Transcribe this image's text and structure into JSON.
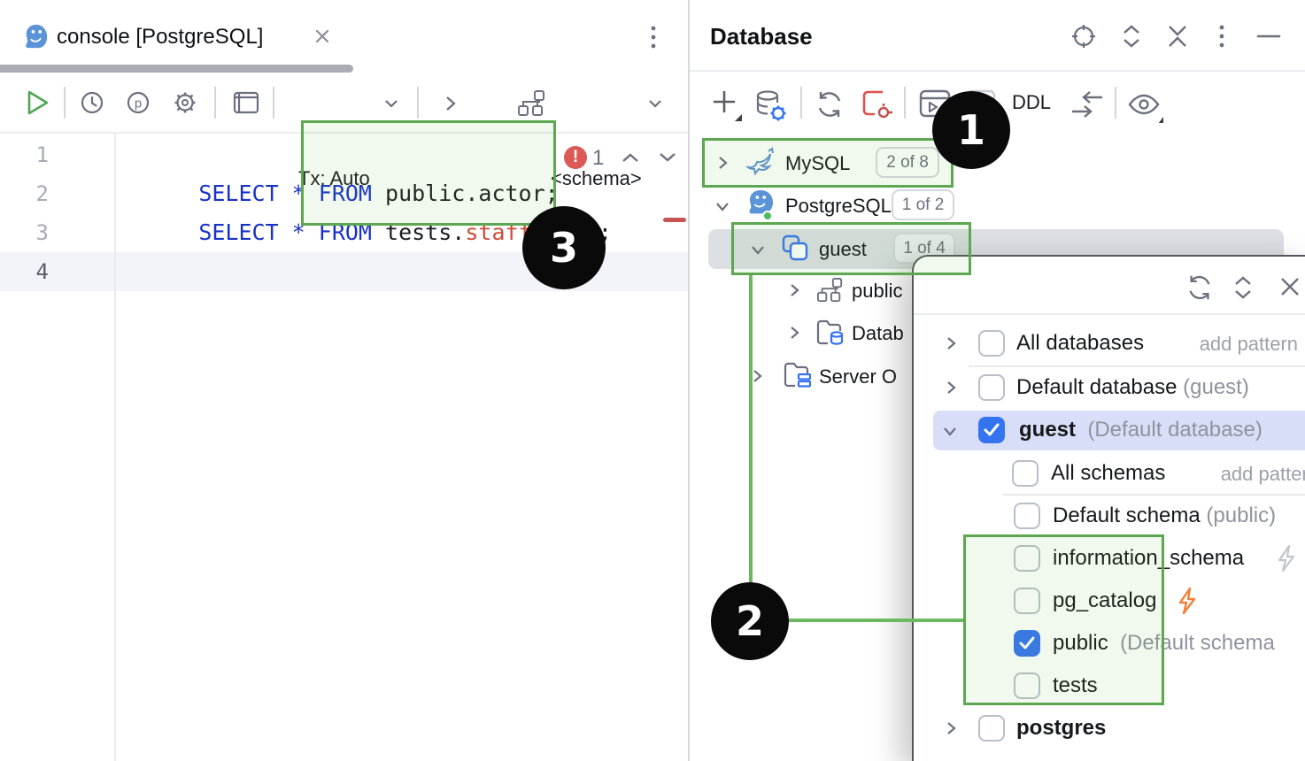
{
  "tab": {
    "title": "console [PostgreSQL]"
  },
  "editor_toolbar": {
    "tx_label": "Tx: Auto",
    "schema_label": "<schema>"
  },
  "editor": {
    "line_numbers": [
      "1",
      "2",
      "3",
      "4"
    ],
    "lines": [
      {
        "tokens": [
          {
            "text": "SELECT * FROM ",
            "type": "keyword"
          },
          {
            "text": "public.actor;",
            "type": "plain"
          }
        ]
      },
      {
        "tokens": [
          {
            "text": "SELECT * FROM ",
            "type": "keyword"
          },
          {
            "text": "tests.",
            "type": "plain"
          },
          {
            "text": "staff_list",
            "type": "error"
          },
          {
            "text": ";",
            "type": "plain"
          }
        ]
      }
    ],
    "error_count": "1"
  },
  "db_panel": {
    "title": "Database",
    "toolbar": {
      "ddl_label": "DDL"
    },
    "tree": [
      {
        "label": "MySQL",
        "badge": "2 of 8"
      },
      {
        "label": "PostgreSQL",
        "badge": "1 of 2"
      },
      {
        "label": "guest",
        "badge": "1 of 4"
      },
      {
        "label": "public"
      },
      {
        "label": "Datab"
      },
      {
        "label": "Server O"
      }
    ]
  },
  "popup": {
    "rows": [
      {
        "label": "All databases",
        "hint": "add pattern"
      },
      {
        "label": "Default database",
        "secondary": "(guest)"
      },
      {
        "label": "guest",
        "secondary": "(Default database)"
      },
      {
        "label": "All schemas",
        "hint": "add pattern"
      },
      {
        "label": "Default schema",
        "secondary": "(public)"
      },
      {
        "label": "information_schema"
      },
      {
        "label": "pg_catalog"
      },
      {
        "label": "public",
        "secondary": "(Default schema"
      },
      {
        "label": "tests"
      },
      {
        "label": "postgres"
      }
    ]
  },
  "annotations": {
    "c1": "1",
    "c2": "2",
    "c3": "3"
  },
  "colors": {
    "annotation_green": "#5ca750",
    "checkbox_blue": "#3574f0",
    "keyword_blue": "#1832c8",
    "unresolved_red": "#ce4b37",
    "error_badge_red": "#db5a56",
    "selection_lavender": "#d9def8"
  }
}
